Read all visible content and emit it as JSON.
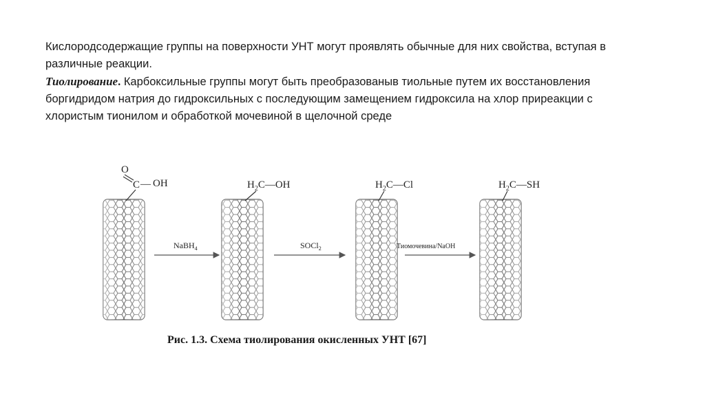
{
  "paragraph1": "Кислородсодержащие группы на поверхности УНТ могут проявлять обычные для них свойства, вступая в различные реакции.",
  "term": "Тиолирование",
  "term_dot": ".",
  "paragraph2_rest": " Карбоксильные группы могут быть преобразованыв тиольные путем их восстановления боргидридом натрия до гидроксильных с последующим замещением гидроксила на хлор приреакции с хлористым тионилом и обработкой мочевиной в щелочной среде",
  "scheme": {
    "stage1": {
      "O": "O",
      "C": "C",
      "dash": "—",
      "OH": "OH"
    },
    "stage2": {
      "H": "H",
      "sub": "2",
      "rest": "C—OH"
    },
    "stage3": {
      "H": "H",
      "sub": "2",
      "rest": "C—Cl"
    },
    "stage4": {
      "H": "H",
      "sub": "2",
      "rest": "C—SH"
    },
    "reagent1": {
      "main": "NaBH",
      "sub": "4"
    },
    "reagent2": {
      "main": "SOCl",
      "sub": "2"
    },
    "reagent3": {
      "main": "Тиомочевина/NaOH"
    }
  },
  "caption": "Рис. 1.3. Схема тиолирования окисленных УНТ [67]"
}
